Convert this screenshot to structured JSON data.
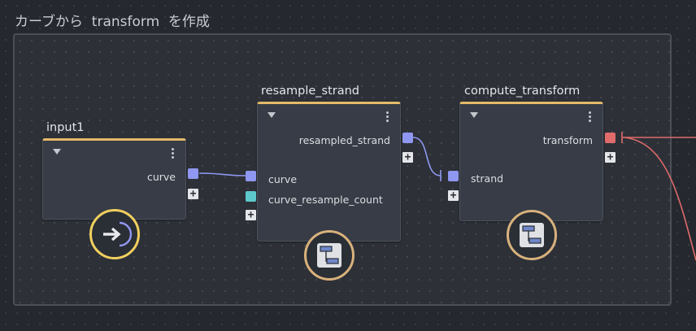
{
  "group": {
    "title": "カーブから  transform  を作成"
  },
  "nodes": {
    "input1": {
      "title": "input1",
      "outputs": [
        {
          "label": "curve"
        }
      ],
      "icon": "arrow-right-icon"
    },
    "resample_strand": {
      "title": "resample_strand",
      "outputs": [
        {
          "label": "resampled_strand"
        }
      ],
      "inputs": [
        {
          "label": "curve"
        },
        {
          "label": "curve_resample_count"
        }
      ],
      "icon": "compound-block-icon"
    },
    "compute_transform": {
      "title": "compute_transform",
      "outputs": [
        {
          "label": "transform"
        }
      ],
      "inputs": [
        {
          "label": "strand"
        }
      ],
      "icon": "compound-block-icon"
    }
  },
  "colors": {
    "header_accent": "#e4b96a",
    "port_curve": "#8f97f0",
    "port_int": "#5ec9cc",
    "port_transform": "#e06b6b",
    "badge_input": "#f0cf5e",
    "badge_compound": "#d8b27c"
  }
}
